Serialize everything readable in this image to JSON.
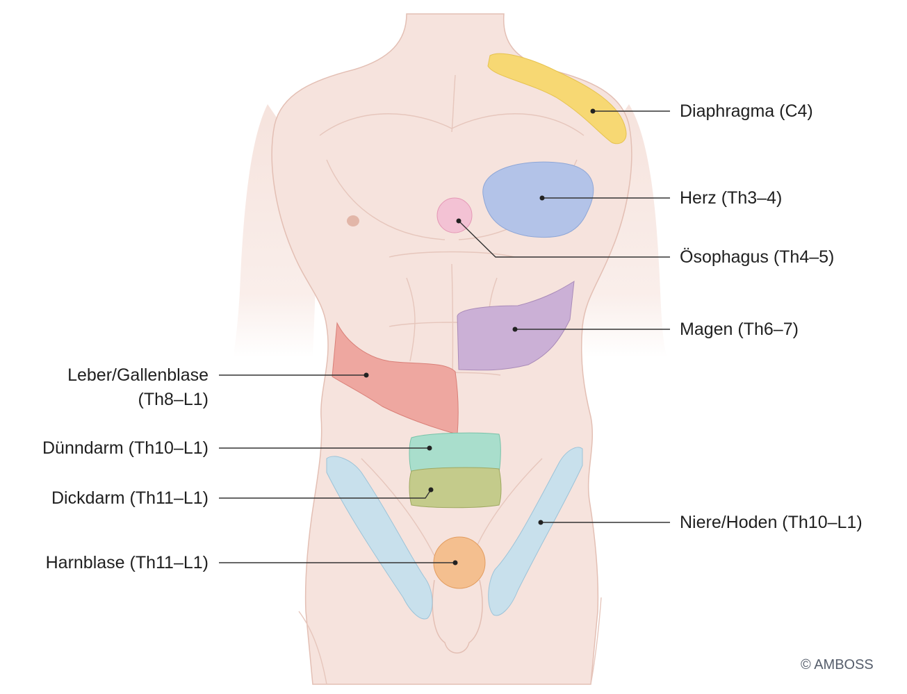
{
  "labels": {
    "diaphragma": "Diaphragma (C4)",
    "herz": "Herz (Th3–4)",
    "oesophagus": "Ösophagus (Th4–5)",
    "magen": "Magen (Th6–7)",
    "leber_line1": "Leber/Gallenblase",
    "leber_line2": "(Th8–L1)",
    "duenndarm": "Dünndarm (Th10–L1)",
    "dickdarm": "Dickdarm (Th11–L1)",
    "niere": "Niere/Hoden (Th10–L1)",
    "harnblase": "Harnblase (Th11–L1)"
  },
  "copyright": "© AMBOSS",
  "colors": {
    "skin": "#f6e3dd",
    "skin_line": "#e3bfb4",
    "diaphragma": "#f7d873",
    "herz": "#b3c3e8",
    "oesophagus": "#f3c2d4",
    "magen": "#cbb0d6",
    "leber": "#eea7a0",
    "duenndarm": "#a9decc",
    "dickdarm": "#c4cb8b",
    "niere": "#c8e0ec",
    "harnblase": "#f4bf8f"
  }
}
